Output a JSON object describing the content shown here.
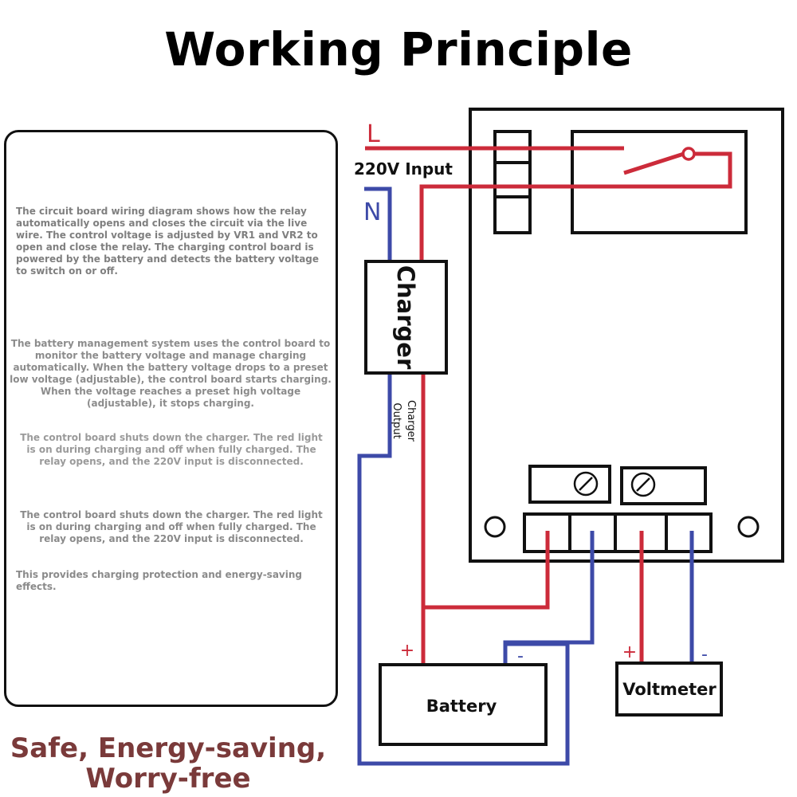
{
  "title": "Working Principle",
  "description": {
    "p1": "The circuit board wiring diagram shows how the relay automatically opens and closes the circuit via the live wire. The control voltage is adjusted by VR1 and VR2 to open and close the relay. The charging control board is powered by the battery and detects the battery voltage to switch on or off.",
    "p2": "The battery management system uses the control board to monitor the battery voltage and manage charging automatically. When the battery voltage drops to a preset low voltage (adjustable), the control board starts charging. When the voltage reaches a preset high voltage (adjustable), it stops charging.",
    "p3": "The control board shuts down the charger. The red light is on during charging and off when fully charged. The relay opens, and the 220V input is disconnected.",
    "p4": "The control board shuts down the charger. The red light is on during charging and off when fully charged. The relay opens, and the 220V input is disconnected.",
    "p5": "This provides charging protection and energy-saving effects."
  },
  "slogan": {
    "line1": "Safe, Energy-saving,",
    "line2": "Worry-free"
  },
  "diagram": {
    "live_label": "L",
    "neutral_label": "N",
    "input_label": "220V Input",
    "charger_label": "Charger",
    "charger_output_label": "Charger Output",
    "battery_label": "Battery",
    "voltmeter_label": "Voltmeter",
    "plus": "+",
    "minus": "-"
  },
  "colors": {
    "red_wire": "#cc2b3a",
    "blue_wire": "#3d4aa8",
    "slogan": "#7a3a3a"
  }
}
